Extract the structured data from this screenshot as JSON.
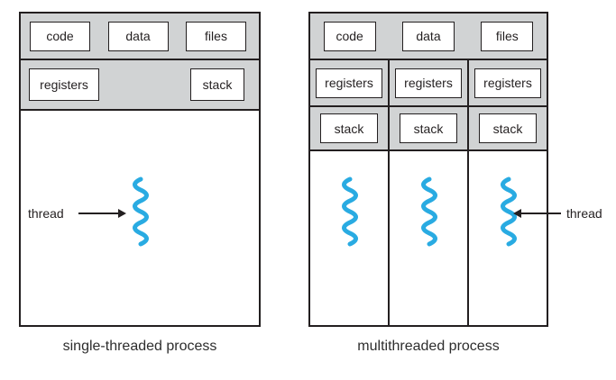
{
  "figure": {
    "left_process": {
      "caption": "single-threaded process",
      "top_cells": [
        "code",
        "data",
        "files"
      ],
      "registers": "registers",
      "stack": "stack",
      "thread_label": "thread",
      "thread_count": 1
    },
    "right_process": {
      "caption": "multithreaded process",
      "top_cells": [
        "code",
        "data",
        "files"
      ],
      "columns": [
        {
          "registers": "registers",
          "stack": "stack"
        },
        {
          "registers": "registers",
          "stack": "stack"
        },
        {
          "registers": "registers",
          "stack": "stack"
        }
      ],
      "thread_label": "thread",
      "thread_count": 3
    },
    "colors": {
      "thread_blue": "#29abe2",
      "header_gray": "#d1d3d4",
      "border_dark": "#231f20"
    }
  }
}
